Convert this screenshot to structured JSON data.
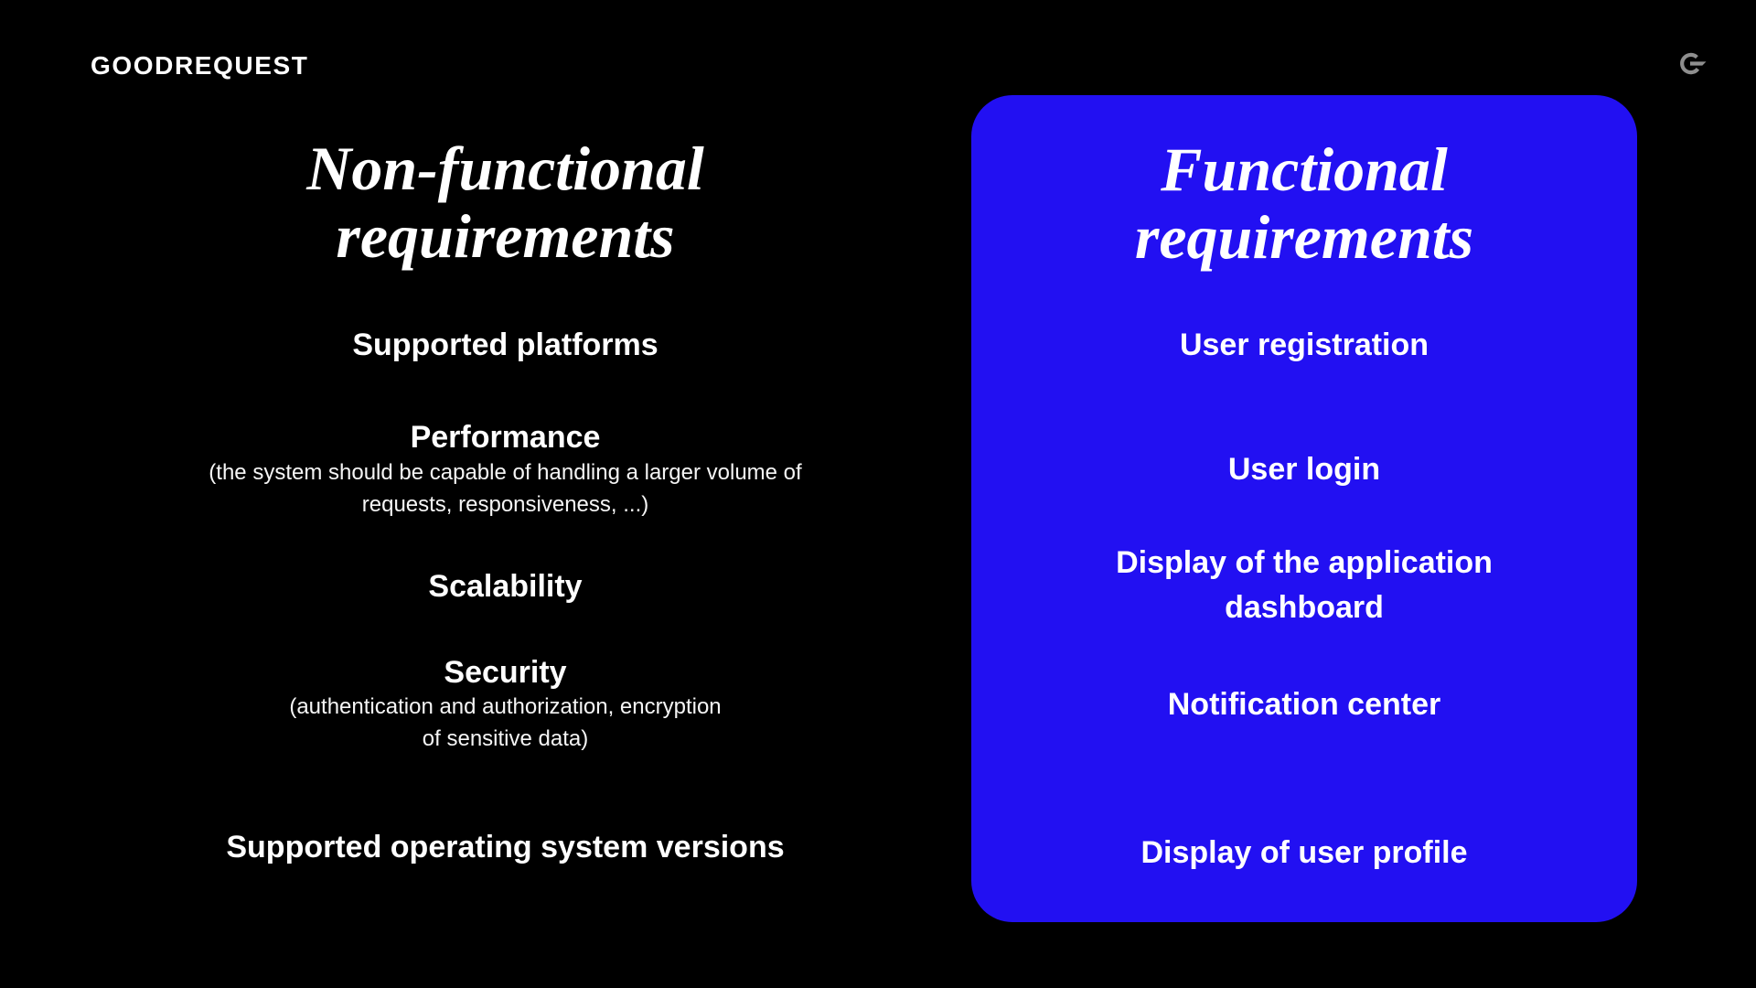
{
  "page": {
    "background_color": "#000000",
    "accent_color": "#2210F2",
    "text_color": "#FFFFFF"
  },
  "header": {
    "logo_text": "GOODREQUEST",
    "g_mark_color": "#8E8E8E"
  },
  "non_functional": {
    "title_lines": [
      "Non-functional",
      "requirements"
    ],
    "items": [
      {
        "label": "Supported platforms"
      },
      {
        "label": "Performance",
        "note_lines": [
          "(the system should be capable of handling a larger volume of",
          "requests, responsiveness, ...)"
        ]
      },
      {
        "label": "Scalability"
      },
      {
        "label": "Security",
        "note_lines": [
          "(authentication and authorization, encryption",
          "of sensitive data)"
        ]
      },
      {
        "label": "Supported operating system versions"
      }
    ]
  },
  "functional": {
    "title_lines": [
      "Functional",
      "requirements"
    ],
    "items": [
      {
        "label": "User registration"
      },
      {
        "label": "User login"
      },
      {
        "label_lines": [
          "Display of the application",
          "dashboard"
        ]
      },
      {
        "label": "Notification center"
      },
      {
        "label": "Display of user profile"
      }
    ]
  }
}
